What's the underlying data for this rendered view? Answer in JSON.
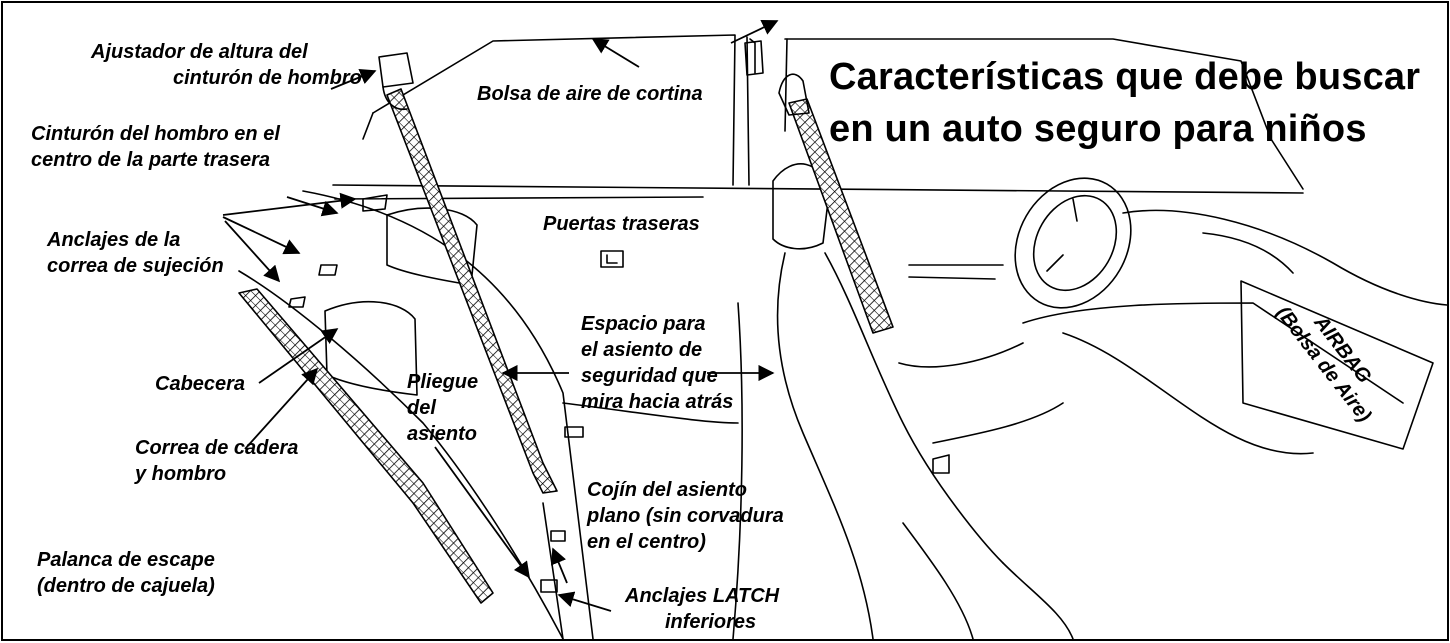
{
  "title": {
    "line1": "Características que debe buscar",
    "line2": "en un auto seguro para niños"
  },
  "labels": {
    "shoulder_height_adjuster": [
      "Ajustador de altura del",
      "cinturón de hombro"
    ],
    "curtain_airbag": [
      "Bolsa de aire de cortina"
    ],
    "center_shoulder_belt": [
      "Cinturón del hombro en el",
      "centro de la parte trasera"
    ],
    "tether_anchors": [
      "Anclajes de la",
      "correa de sujeción"
    ],
    "rear_doors": [
      "Puertas traseras"
    ],
    "rear_facing_space": [
      "Espacio para",
      "el asiento de",
      "seguridad que",
      "mira hacia atrás"
    ],
    "headrest": [
      "Cabecera"
    ],
    "seat_bight": [
      "Pliegue",
      "del",
      "asiento"
    ],
    "lap_shoulder_belt": [
      "Correa de cadera",
      "y hombro"
    ],
    "flat_seat_cushion": [
      "Cojín del asiento",
      "plano (sin corvadura",
      "en el centro)"
    ],
    "trunk_release": [
      "Palanca de escape",
      "(dentro de cajuela)"
    ],
    "latch_anchors": [
      "Anclajes LATCH",
      "inferiores"
    ],
    "airbag": [
      "AIRBAG",
      "(Bolsa de Aire)"
    ]
  }
}
